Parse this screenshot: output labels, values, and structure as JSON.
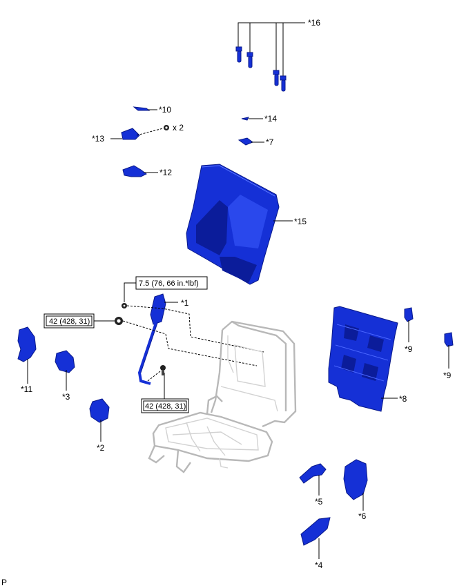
{
  "colors": {
    "part": "#1530d6",
    "part_dark": "#0b1c9a",
    "frame": "#b8b8b8"
  },
  "labels": {
    "p1": "*1",
    "p2": "*2",
    "p3": "*3",
    "p4": "*4",
    "p5": "*5",
    "p6": "*6",
    "p7": "*7",
    "p8": "*8",
    "p9a": "*9",
    "p9b": "*9",
    "p10": "*10",
    "p11": "*11",
    "p12": "*12",
    "p13": "*13",
    "p14": "*14",
    "p15": "*15",
    "p16": "*16"
  },
  "quantity": "x 2",
  "torque": {
    "t1": "7.5 (76, 66 in.*lbf)",
    "t2": "42 (428, 31)",
    "t3": "42 (428, 31)"
  },
  "footer_code": "P"
}
